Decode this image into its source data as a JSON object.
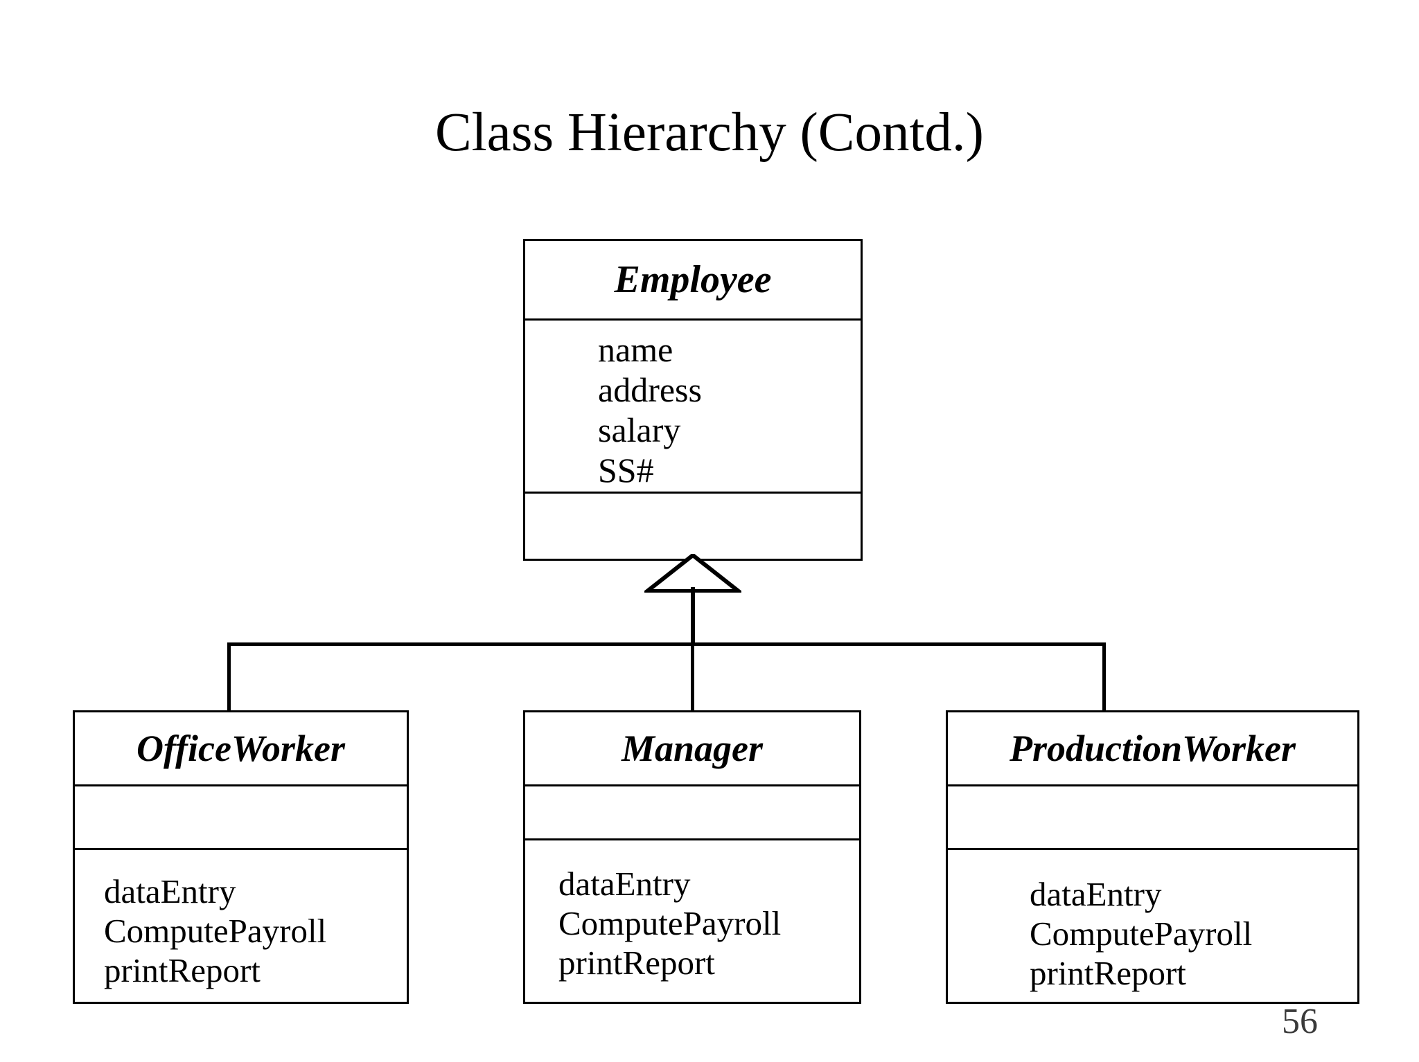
{
  "slide": {
    "title": "Class Hierarchy (Contd.)",
    "page_number": "56",
    "background_color": "#ffffff",
    "line_color": "#000000",
    "text_color": "#000000"
  },
  "diagram": {
    "type": "uml-class-diagram",
    "relationship": "generalization",
    "superclass": {
      "name": "Employee",
      "attributes": [
        "name",
        "address",
        "salary",
        "SS#"
      ],
      "operations": []
    },
    "subclasses": [
      {
        "name": "OfficeWorker",
        "attributes": [],
        "operations": [
          "dataEntry",
          "ComputePayroll",
          "printReport"
        ]
      },
      {
        "name": "Manager",
        "attributes": [],
        "operations": [
          "dataEntry",
          "ComputePayroll",
          "printReport"
        ]
      },
      {
        "name": "ProductionWorker",
        "attributes": [],
        "operations": [
          "dataEntry",
          "ComputePayroll",
          "printReport"
        ]
      }
    ]
  }
}
